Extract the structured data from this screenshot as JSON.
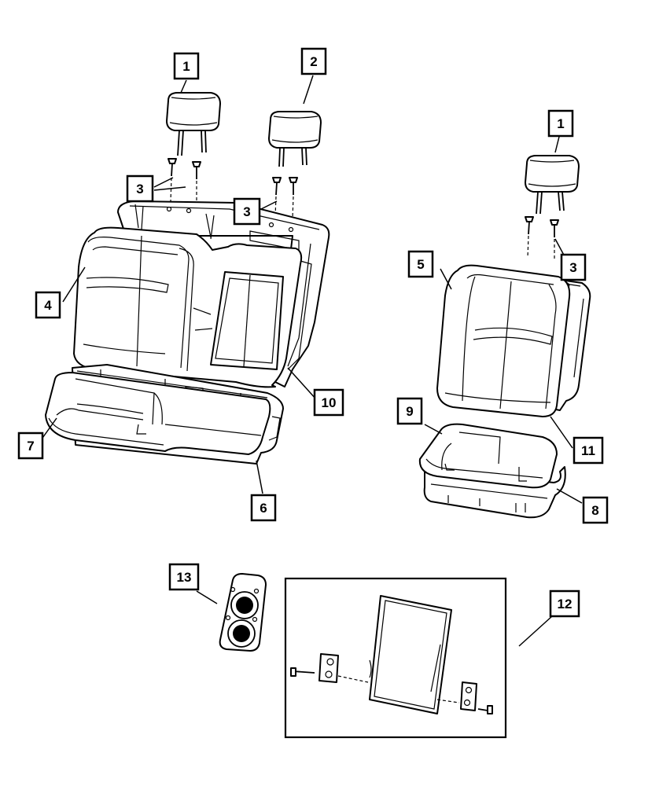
{
  "callouts": [
    {
      "id": "c1a",
      "label": "1"
    },
    {
      "id": "c2",
      "label": "2"
    },
    {
      "id": "c1b",
      "label": "1"
    },
    {
      "id": "c3a",
      "label": "3"
    },
    {
      "id": "c3b",
      "label": "3"
    },
    {
      "id": "c3c",
      "label": "3"
    },
    {
      "id": "c5",
      "label": "5"
    },
    {
      "id": "c4",
      "label": "4"
    },
    {
      "id": "c10",
      "label": "10"
    },
    {
      "id": "c9",
      "label": "9"
    },
    {
      "id": "c7",
      "label": "7"
    },
    {
      "id": "c11",
      "label": "11"
    },
    {
      "id": "c6",
      "label": "6"
    },
    {
      "id": "c8",
      "label": "8"
    },
    {
      "id": "c13",
      "label": "13"
    },
    {
      "id": "c12",
      "label": "12"
    }
  ],
  "colors": {
    "line": "#000000",
    "background": "#ffffff"
  }
}
